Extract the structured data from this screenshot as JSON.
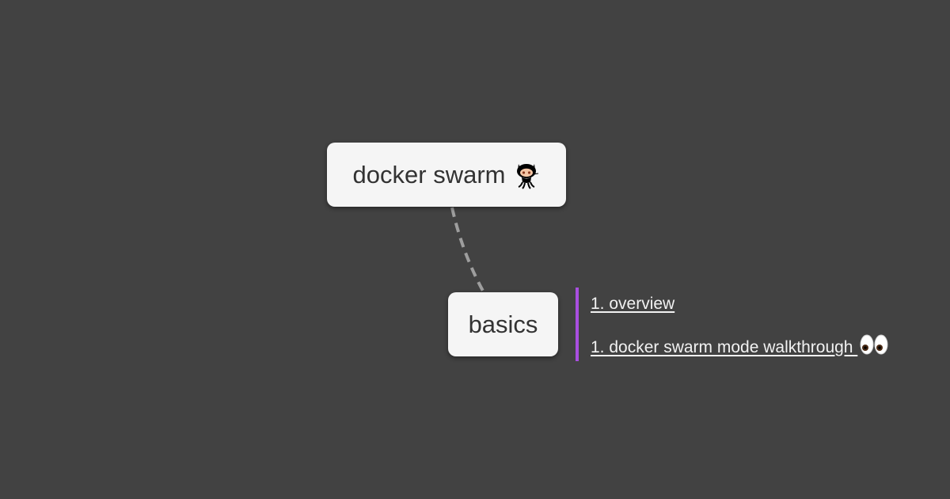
{
  "mindmap": {
    "root": {
      "label": "docker swarm",
      "icon": "octocat-icon"
    },
    "children": [
      {
        "label": "basics",
        "notes": [
          {
            "text": "1. overview"
          },
          {
            "text": "1. docker swarm mode walkthrough ",
            "icon": "eyes-icon"
          }
        ]
      }
    ],
    "colors": {
      "background": "#424242",
      "node_fill": "#f5f5f5",
      "node_text": "#333333",
      "connector": "#9e9e9e",
      "notes_accent": "#a94fe0",
      "link_text": "#f2f2f2"
    }
  }
}
